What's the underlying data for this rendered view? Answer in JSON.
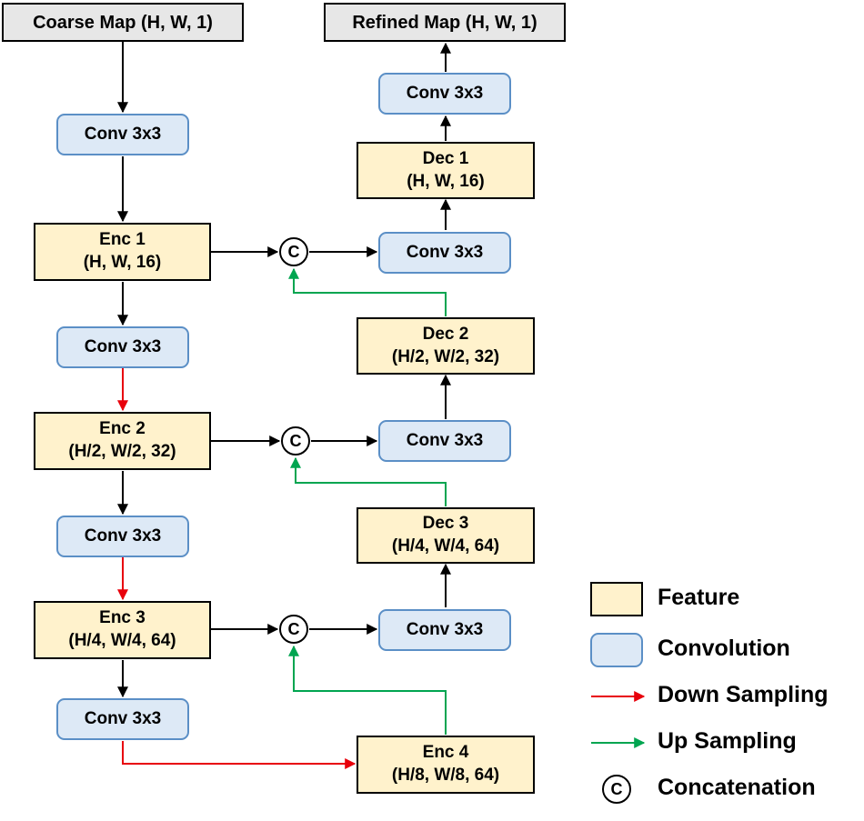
{
  "nodes": {
    "coarse_map": "Coarse Map (H, W, 1)",
    "refined_map": "Refined Map (H, W, 1)",
    "conv_top_left": "Conv 3x3",
    "enc1": {
      "name": "Enc 1",
      "shape": "(H, W, 16)"
    },
    "conv_after_enc1": "Conv 3x3",
    "enc2": {
      "name": "Enc 2",
      "shape": "(H/2, W/2, 32)"
    },
    "conv_after_enc2": "Conv 3x3",
    "enc3": {
      "name": "Enc 3",
      "shape": "(H/4, W/4, 64)"
    },
    "conv_after_enc3": "Conv 3x3",
    "enc4": {
      "name": "Enc 4",
      "shape": "(H/8, W/8, 64)"
    },
    "conv_top_right": "Conv 3x3",
    "dec1": {
      "name": "Dec 1",
      "shape": "(H, W, 16)"
    },
    "conv_dec1": "Conv 3x3",
    "dec2": {
      "name": "Dec 2",
      "shape": "(H/2, W/2, 32)"
    },
    "conv_dec2": "Conv 3x3",
    "dec3": {
      "name": "Dec 3",
      "shape": "(H/4, W/4, 64)"
    },
    "conv_dec3": "Conv 3x3",
    "concat_symbol": "C"
  },
  "legend": {
    "feature": "Feature",
    "convolution": "Convolution",
    "down_sampling": "Down Sampling",
    "up_sampling": "Up Sampling",
    "concatenation": "Concatenation"
  },
  "colors": {
    "feature_fill": "#fff2cc",
    "convolution_fill": "#dde9f6",
    "convolution_border": "#5b8fc6",
    "io_fill": "#e7e7e7",
    "arrow": "#000000",
    "down_sampling": "#e8000b",
    "up_sampling": "#00a550"
  }
}
